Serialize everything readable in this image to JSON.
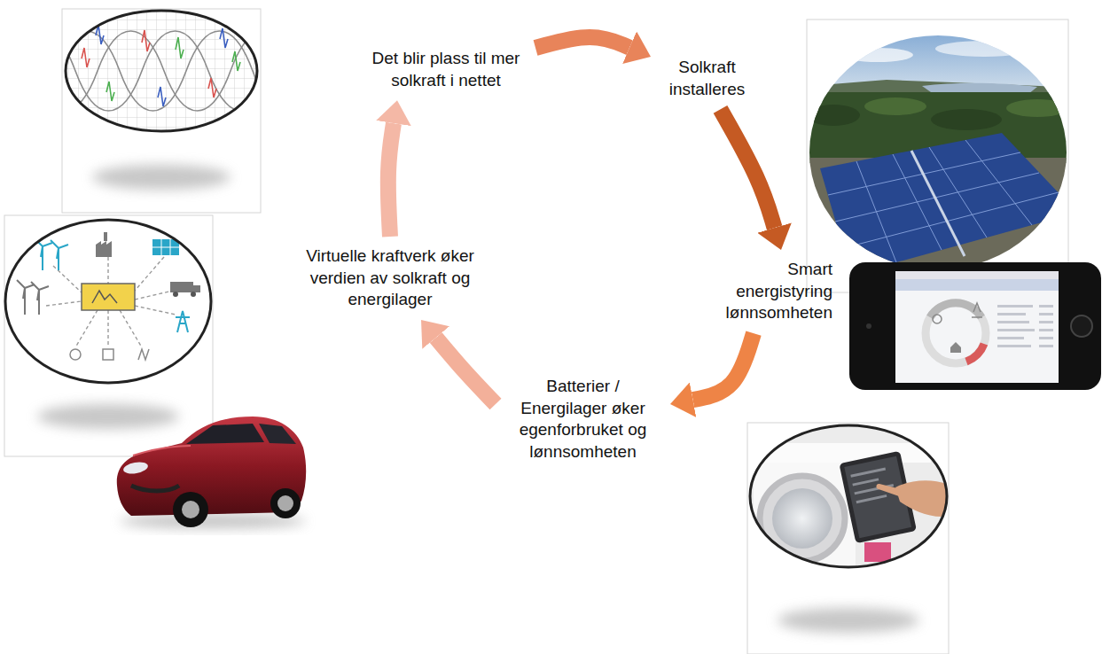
{
  "diagram": {
    "nodes": [
      {
        "text": [
          "Det blir plass til mer solkraft i nettet"
        ]
      },
      {
        "text": [
          "Solkraft installeres"
        ]
      },
      {
        "text": [
          "Smart energistyring lønnsomheten"
        ]
      },
      {
        "text": [
          "Batterier / Energilager øker egenforbruket og lønnsomheten"
        ]
      },
      {
        "text": [
          "Virtuelle kraftverk øker verdien av solkraft og energilager"
        ]
      }
    ],
    "edges": [
      {
        "from": 0,
        "to": 1,
        "arrow": "to"
      },
      {
        "from": 1,
        "to": 2,
        "arrow": "to"
      },
      {
        "from": 2,
        "to": 3,
        "arrow": "to"
      },
      {
        "from": 3,
        "to": 4,
        "arrow": "to"
      },
      {
        "from": 4,
        "to": 0,
        "arrow": "to"
      }
    ]
  }
}
